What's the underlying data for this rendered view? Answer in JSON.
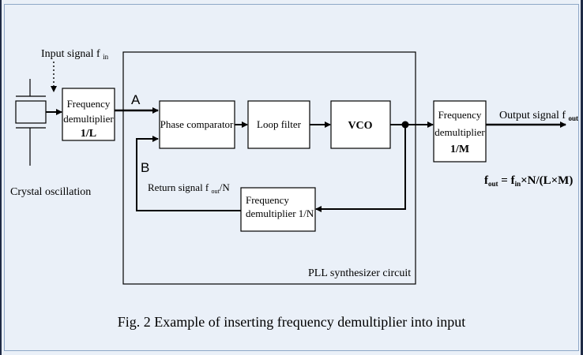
{
  "diagram": {
    "input_signal_label": "Input signal f",
    "input_signal_sub": "in",
    "crystal_label": "Crystal oscillation",
    "fdiv_l": {
      "line1": "Frequency",
      "line2": "demultiplier",
      "line3": "1/L"
    },
    "point_a": "A",
    "point_b": "B",
    "phase_comparator": "Phase comparator",
    "loop_filter": "Loop filter",
    "vco": "VCO",
    "fdiv_m": {
      "line1": "Frequency",
      "line2": "demultiplier",
      "line3": "1/M"
    },
    "output_signal_label": "Output signal f",
    "output_signal_sub": "out",
    "return_signal_label": "Return signal f",
    "return_signal_sub": "out",
    "return_signal_suffix": "/N",
    "fdiv_n": {
      "line1": "Frequency",
      "line2": "demultiplier 1/N"
    },
    "pll_label": "PLL synthesizer circuit",
    "formula": {
      "f1": "f",
      "sub_out": "out",
      "eq": " = f",
      "sub_in": "in",
      "rest": "×N/(L×M)"
    }
  },
  "caption": "Fig. 2 Example of inserting frequency demultiplier into input"
}
